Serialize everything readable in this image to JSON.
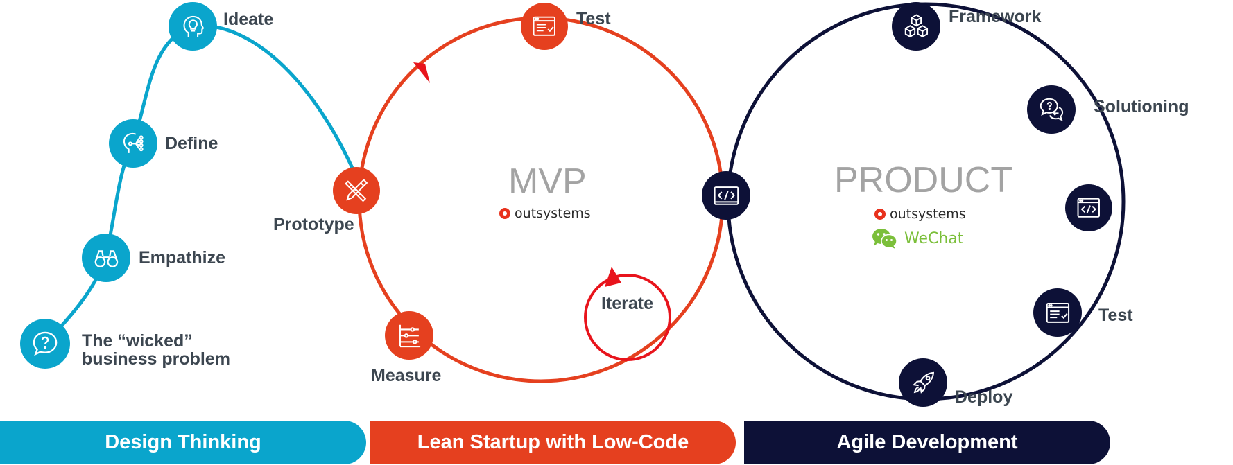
{
  "colors": {
    "design": "#0aa5cc",
    "lean": "#e5401f",
    "agile": "#0d1137",
    "arrow": "#e8141c",
    "label": "#3c4650",
    "center_text": "#a3a3a3",
    "wechat": "#7bbf3a"
  },
  "design_thinking": {
    "steps": [
      {
        "label": "The “wicked”",
        "label2": "business problem",
        "icon": "question-bubble-icon"
      },
      {
        "label": "Empathize",
        "icon": "binoculars-icon"
      },
      {
        "label": "Define",
        "icon": "head-network-icon"
      },
      {
        "label": "Ideate",
        "icon": "head-lightbulb-icon"
      }
    ]
  },
  "lean": {
    "center_title": "MVP",
    "logo_text": "outsystems",
    "nodes": [
      {
        "label": "Prototype",
        "icon": "pencil-ruler-icon"
      },
      {
        "label": "Test",
        "icon": "checklist-window-icon"
      },
      {
        "label": "Measure",
        "icon": "sliders-icon"
      }
    ],
    "iterate_label": "Iterate"
  },
  "agile": {
    "center_title": "PRODUCT",
    "logo_text": "outsystems",
    "wechat_text": "WeChat",
    "nodes": [
      {
        "label": "Framework",
        "icon": "cubes-icon"
      },
      {
        "label": "Solutioning",
        "icon": "chat-bubbles-icon"
      },
      {
        "label": "",
        "icon": "code-window-icon"
      },
      {
        "label": "Test",
        "icon": "checklist-window-icon"
      },
      {
        "label": "Deploy",
        "icon": "rocket-icon"
      }
    ],
    "junction_icon": "code-window-icon"
  },
  "banners": {
    "design": "Design Thinking",
    "lean": "Lean Startup with Low-Code",
    "agile": "Agile Development"
  }
}
